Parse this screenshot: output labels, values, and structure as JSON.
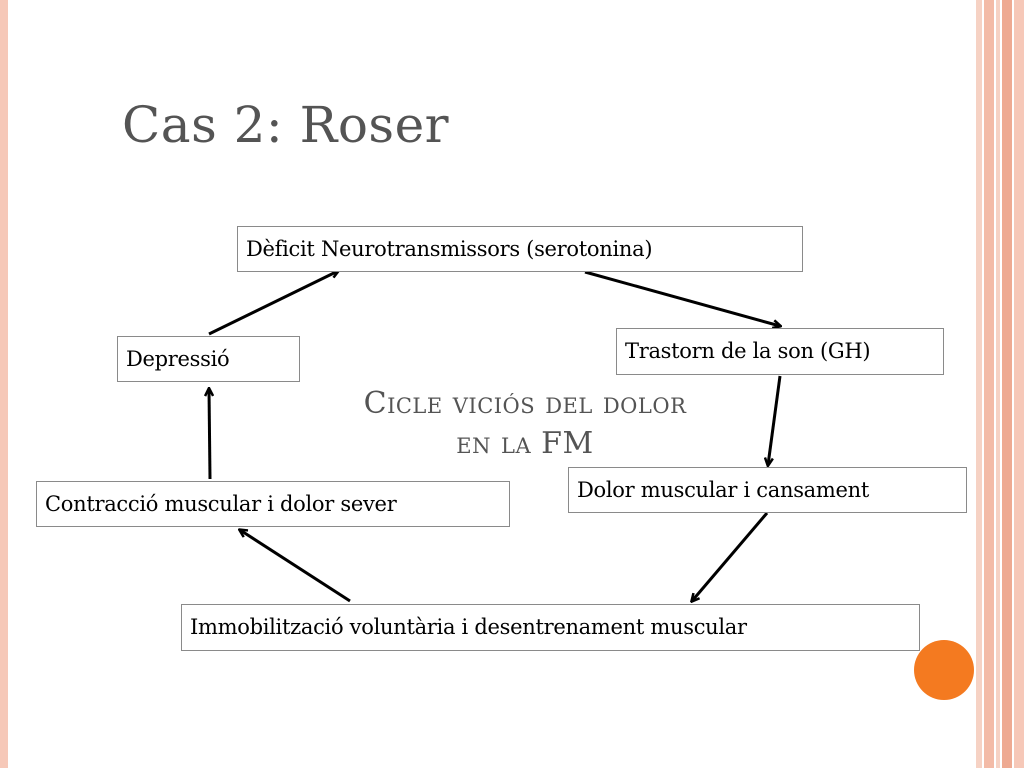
{
  "slide": {
    "title": "Cas 2: Roser",
    "center_label_line1": "Cicle viciós del dolor",
    "center_label_line2": "en la FM"
  },
  "nodes": {
    "deficit": "Dèficit Neurotransmissors (serotonina)",
    "trastorn": "Trastorn de la son (GH)",
    "dolor": "Dolor muscular i cansament",
    "immobilitzacio": "Immobilització voluntària i desentrenament muscular",
    "contraccio": "Contracció muscular i dolor sever",
    "depressio": "Depressió"
  },
  "colors": {
    "title": "#545454",
    "frame": "#f6c8b8",
    "stripe_dark": "#e9a58c",
    "accent_dot": "#f47a20",
    "box_border": "#8a8a8a"
  }
}
